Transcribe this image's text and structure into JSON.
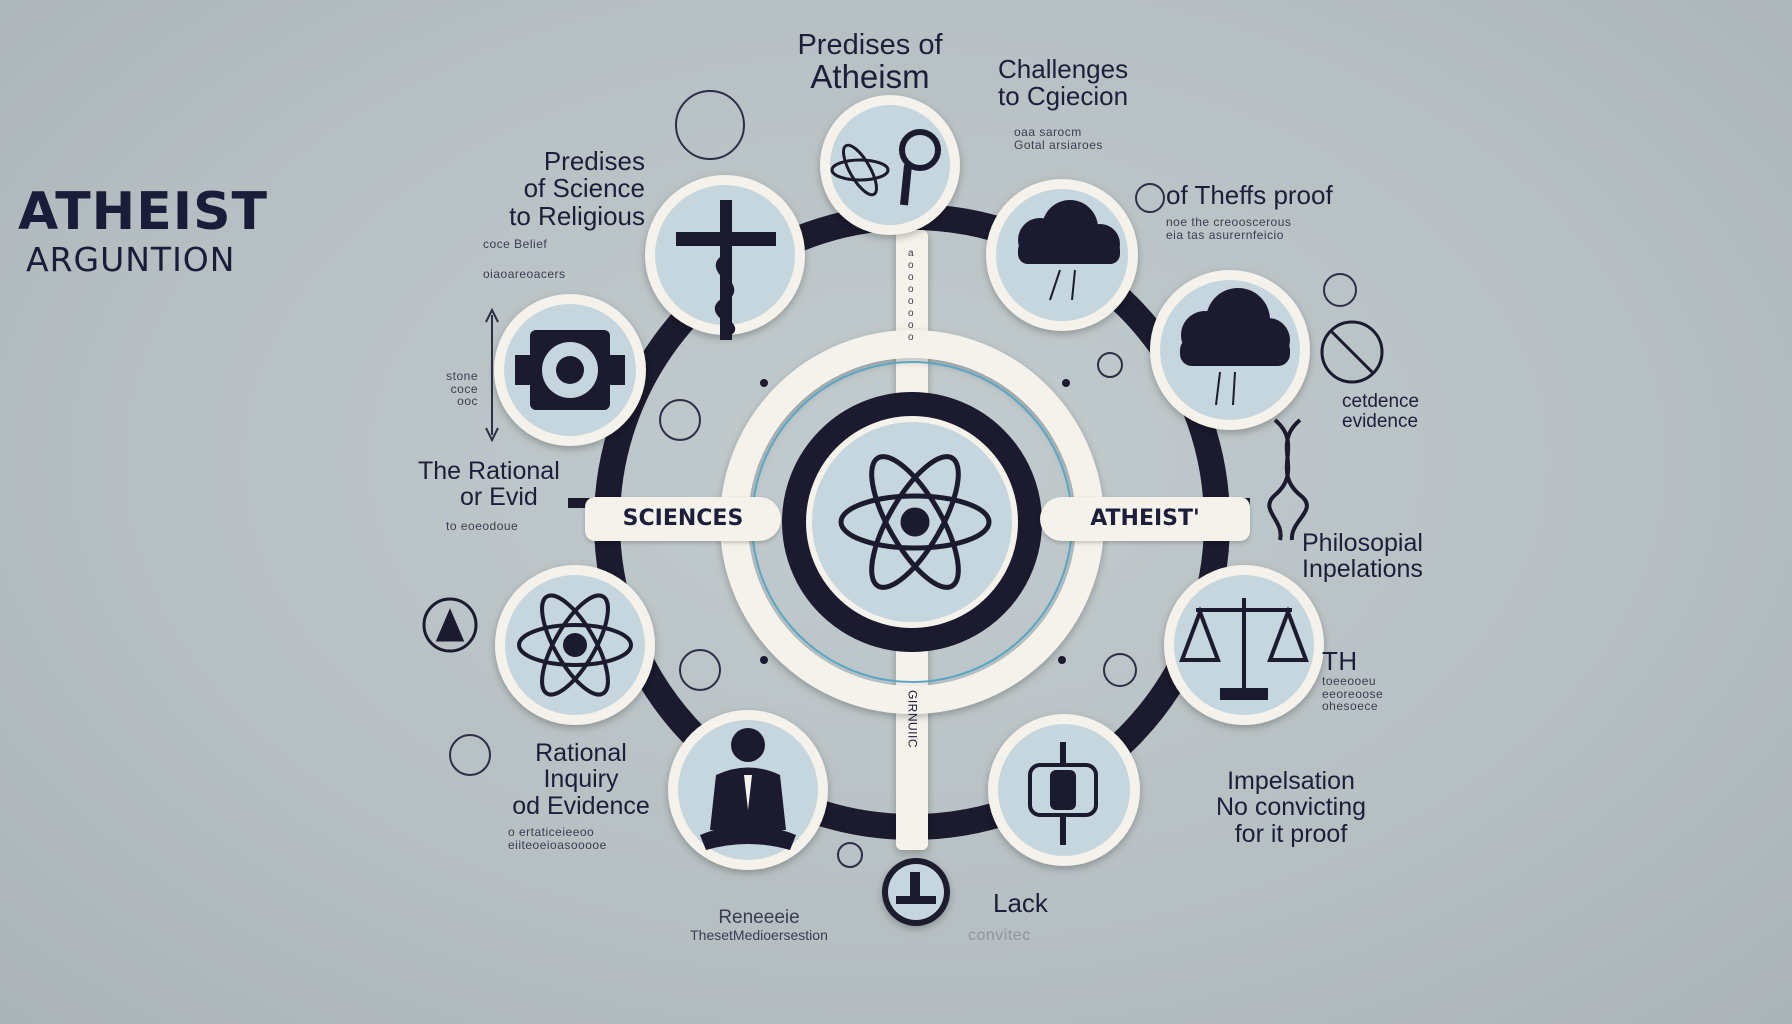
{
  "title": {
    "main": "ATHEIST",
    "sub": "ARGUNTION"
  },
  "labels": {
    "top": [
      "Predises of",
      "Atheism"
    ],
    "top_right": [
      "Challenges",
      "to Cgiecion"
    ],
    "top_right_small": [
      "oaa sarocm",
      "Gotal arsiaroes"
    ],
    "right_upper": "of Theffs proof",
    "right_upper_small": [
      "noe the creooscerous",
      "eia tas asurernfeicio"
    ],
    "left_upper": [
      "Predises",
      "of Science",
      "to Religious"
    ],
    "left_upper_small": [
      "coce Belief"
    ],
    "left_upper_note": "oiaoareoacers",
    "left_side_small": [
      "stone",
      "coce",
      "ooc"
    ],
    "right_mid": [
      "cetdence",
      "evidence"
    ],
    "left_mid": [
      "The Rational",
      "or Evid"
    ],
    "left_mid_small": [
      "to eoeodoue"
    ],
    "right_lower": [
      "Philosopial",
      "Inpelations"
    ],
    "right_lower_small": [
      "TH",
      "toeeooeu",
      "eeoreoose",
      "ohesoece"
    ],
    "left_lower": [
      "Rational",
      "Inquiry",
      "od Evidence"
    ],
    "left_lower_small": [
      "o ertaticeieeoo",
      "eiiteoeioasooooe"
    ],
    "right_bottom": [
      "Impelsation",
      "No convicting",
      "for it proof"
    ],
    "bottom_center": "Lack",
    "bottom_center_small": "convitec",
    "bottom_left": [
      "Reneeeie",
      "ThesetMedioersestion"
    ],
    "pill_left": "SCIENCES",
    "pill_right": "ATHEIST'",
    "vertical_top": "aooooooo",
    "vertical_bottom": "GIRNUIIC"
  },
  "icons": {
    "top": "atom-magnifier-icon",
    "cross": "cross-serpent-icon",
    "cloud1": "rain-cloud-icon",
    "cloud2": "rain-cloud-icon",
    "gear": "gear-icon",
    "atom": "atom-icon",
    "center": "atom-icon",
    "meditator": "meditating-person-icon",
    "scales": "justice-scales-icon",
    "device": "device-icon",
    "bottom": "pin-icon",
    "dna": "dna-icon"
  },
  "colors": {
    "background": "#b8c1c4",
    "ring_dark": "#1b1a2e",
    "ring_light": "#f4f2ea",
    "node_fill": "#c6d6de",
    "accent": "#5aa6c6"
  }
}
